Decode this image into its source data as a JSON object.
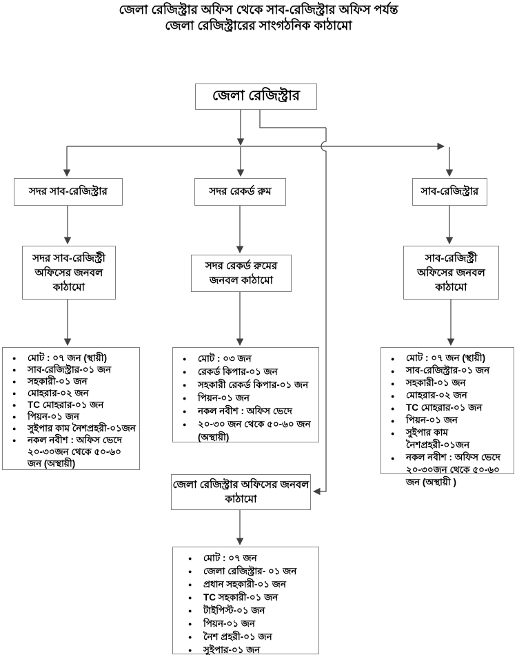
{
  "title": {
    "line1": "জেলা রেজিস্ট্রার অফিস থেকে সাব-রেজিস্ট্রার অফিস পর্যন্ত",
    "line2": "জেলা রেজিস্ট্রারের সাংগঠনিক কাঠামো"
  },
  "nodes": {
    "root": "জেলা রেজিস্ট্রার",
    "sadar_sub_registrar": "সদর সাব-রেজিস্ট্রার",
    "sadar_record_room": "সদর রেকর্ড রুম",
    "sub_registrar": "সাব-রেজিস্ট্রার",
    "sadar_sub_registry_staff": "সদর সাব-রেজিস্ট্রী অফিসের জনবল কাঠামো",
    "sadar_record_room_staff": "সদর রেকর্ড রুমের জনবল কাঠামো",
    "sub_registry_staff": "সাব-রেজিস্ট্রী অফিসের জনবল কাঠামো",
    "district_registrar_office_staff": "জেলা রেজিস্ট্রার অফিসের জনবল কাঠামো"
  },
  "lists": {
    "sadar_sub_registry": [
      "মোট : ০৭ জন (স্থায়ী)",
      "সাব-রেজিস্ট্রার-০১ জন",
      "সহকারী-০১ জন",
      "মোহরার-০২ জন",
      "TC মোহরার-০১ জন",
      "পিয়ন-০১ জন",
      "সুইপার কাম নৈশপ্রহরী-০১জন",
      "নকল নবীশ : অফিস ভেদে ২০-৩০জন থেকে ৫০-৬০ জন (অস্থায়ী)"
    ],
    "sadar_record_room": [
      "মোট : ০৩ জন",
      "রেকর্ড কিপার-০১ জন",
      "সহকারী রেকর্ড কিপার-০১ জন",
      "পিয়ন-০১ জন",
      "নকল নবীশ : অফিস ভেদে",
      "২০-৩০ জন থেকে ৫০-৬০ জন (অস্থায়ী)"
    ],
    "sub_registry": [
      "মোট : ০৭ জন (স্থায়ী)",
      "সাব-রেজিস্ট্রার-০১ জন",
      "সহকারী-০১ জন",
      "মোহরার-০২ জন",
      "TC মোহরার-০১ জন",
      "পিয়ন-০১ জন",
      "সুইপার কাম নৈশপ্রহরী-০১জন",
      "নকল নবীশ : অফিস ভেদে ২০-৩০জন থেকে ৫০-৬০ জন (অস্থায়ী )"
    ],
    "district_registrar_office": [
      "মোট : ০৭ জন",
      "জেলা রেজিস্ট্রার- ০১ জন",
      "প্রধান সহকারী-০১ জন",
      "TC সহকারী-০১ জন",
      "টাইপিস্ট-০১ জন",
      "পিয়ন-০১ জন",
      "নৈশ প্রহরী-০১ জন",
      "সুইপার-০১ জন"
    ]
  },
  "colors": {
    "background": "#ffffff",
    "text": "#000000",
    "box_border": "#7f7f7f",
    "connector_line": "#404040"
  }
}
